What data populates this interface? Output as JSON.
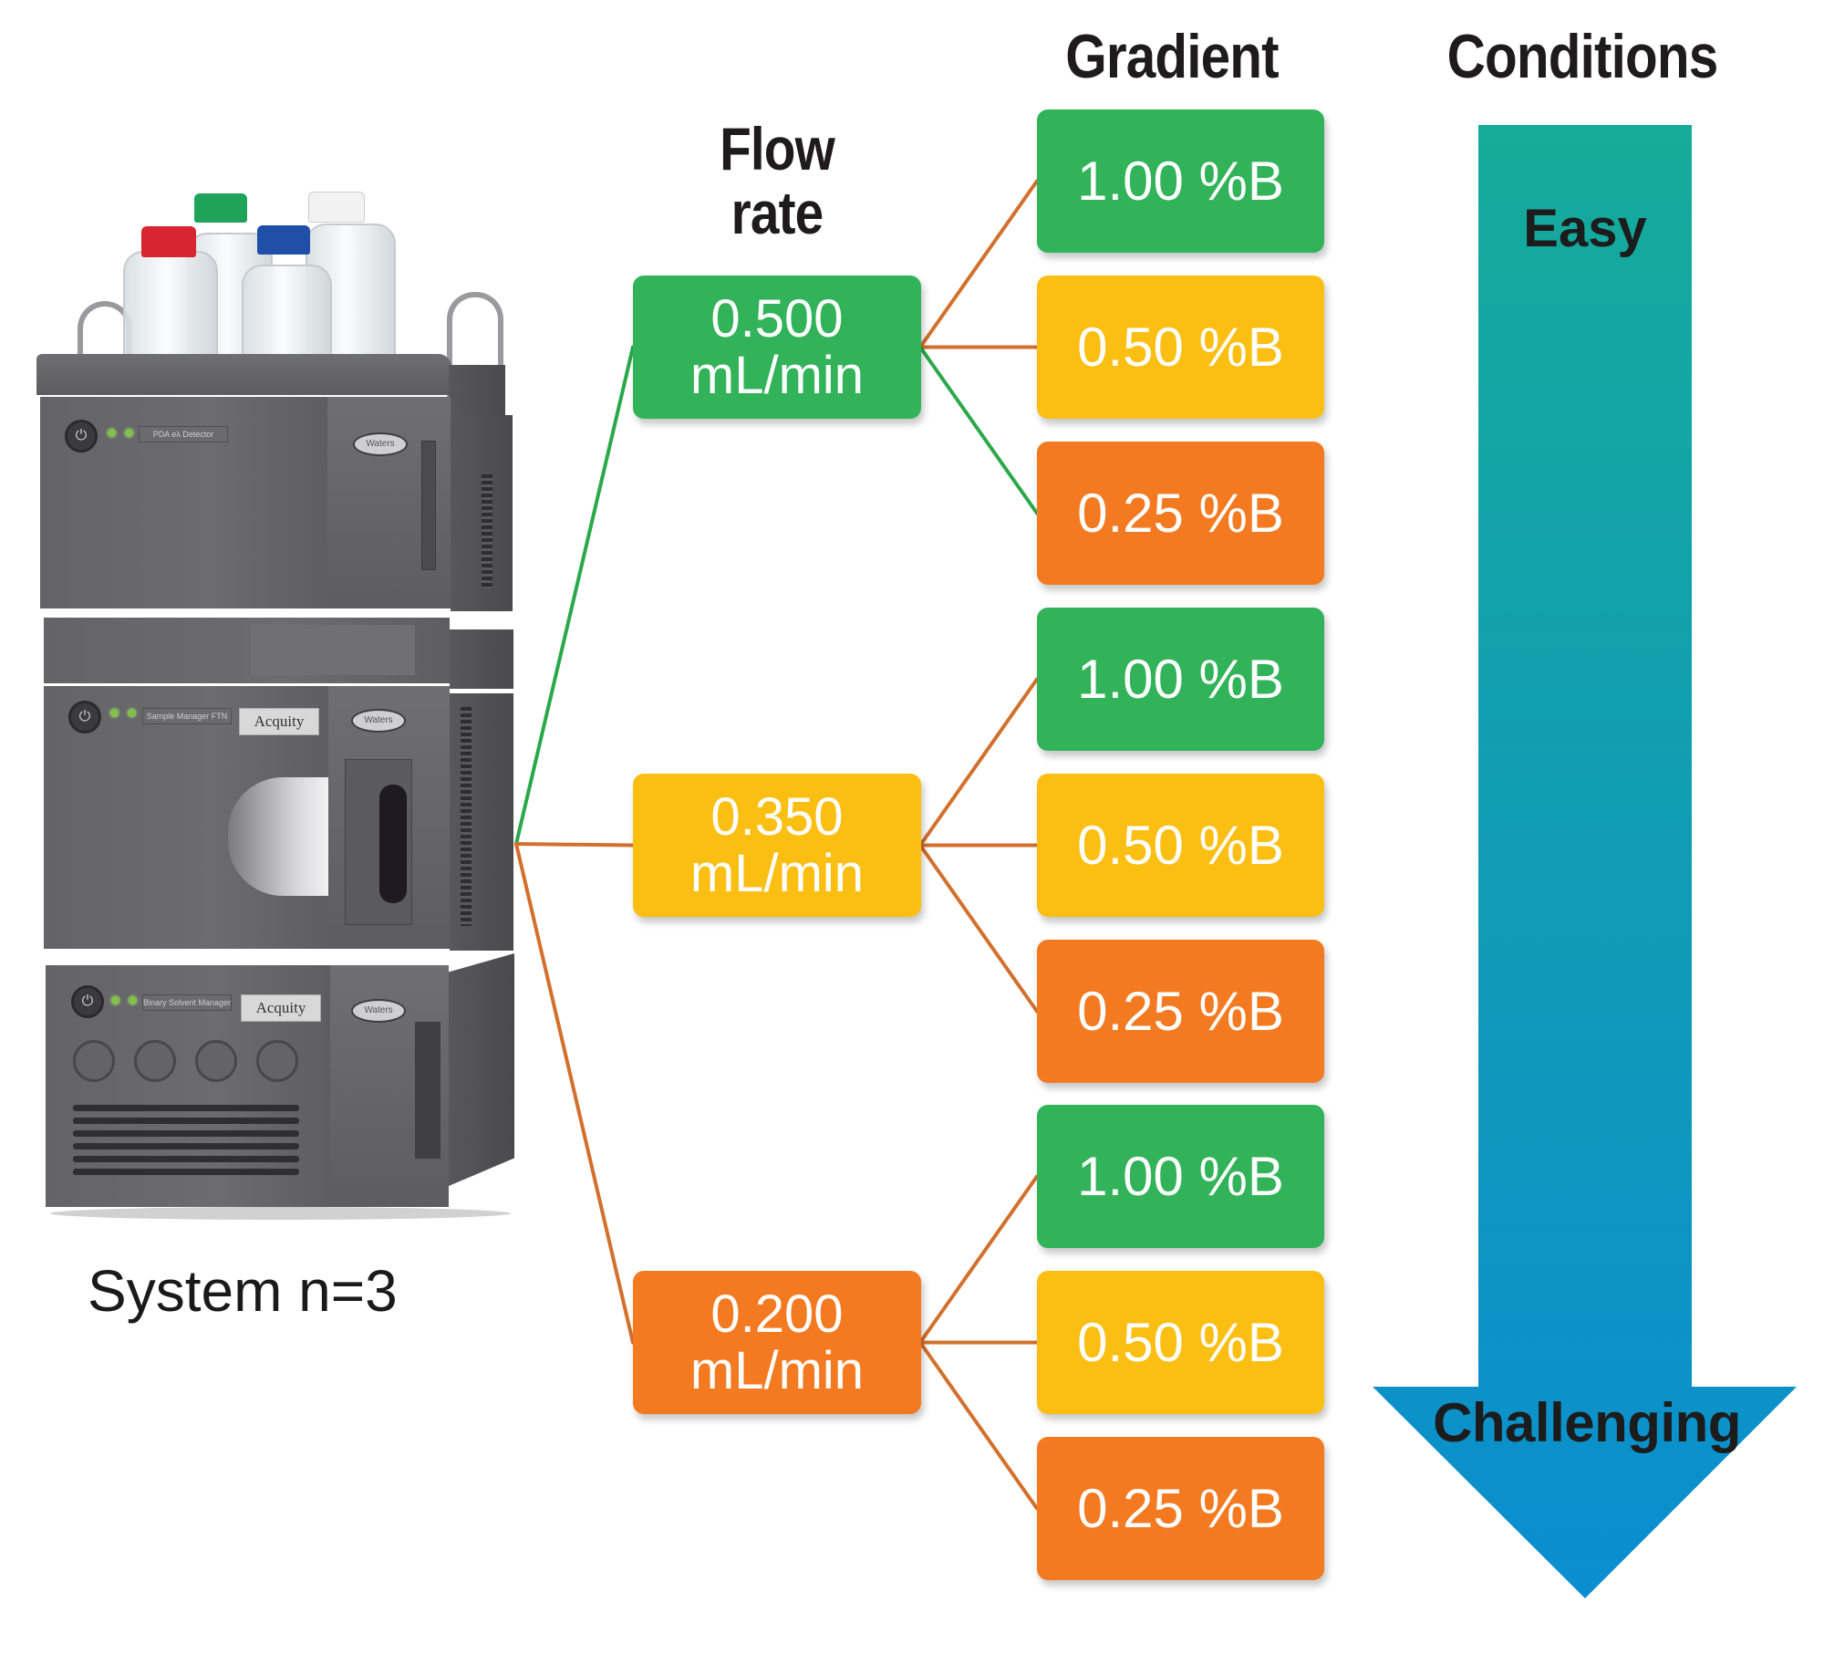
{
  "headings": {
    "flow_rate": [
      "Flow",
      "rate"
    ],
    "gradient": "Gradient",
    "conditions": "Conditions"
  },
  "system": {
    "label": "System n=3",
    "modules": [
      {
        "name": "PDA eλ Detector",
        "brand": "",
        "badge": "Waters"
      },
      {
        "name": "Sample Manager FTN",
        "brand": "Acquity",
        "badge": "Waters"
      },
      {
        "name": "Binary Solvent Manager",
        "brand": "Acquity",
        "badge": "Waters"
      }
    ],
    "bottle_caps": [
      "#d7262f",
      "#1fa35a",
      "#1f4fa6",
      "#f2f2f2"
    ]
  },
  "flow_rates": [
    {
      "value": "0.500",
      "unit": "mL/min",
      "color": "#32b35a",
      "line_color": "#2aa84a",
      "gradients": [
        {
          "label": "1.00 %B",
          "color": "#32b35a",
          "line_color": "#d2702c"
        },
        {
          "label": "0.50 %B",
          "color": "#fbbf14",
          "line_color": "#d2702c"
        },
        {
          "label": "0.25 %B",
          "color": "#f47a22",
          "line_color": "#2aa84a"
        }
      ]
    },
    {
      "value": "0.350",
      "unit": "mL/min",
      "color": "#fbbf14",
      "line_color": "#d2702c",
      "gradients": [
        {
          "label": "1.00 %B",
          "color": "#32b35a",
          "line_color": "#d2702c"
        },
        {
          "label": "0.50 %B",
          "color": "#fbbf14",
          "line_color": "#d2702c"
        },
        {
          "label": "0.25 %B",
          "color": "#f47a22",
          "line_color": "#d2702c"
        }
      ]
    },
    {
      "value": "0.200",
      "unit": "mL/min",
      "color": "#f47a22",
      "line_color": "#d2702c",
      "gradients": [
        {
          "label": "1.00 %B",
          "color": "#32b35a",
          "line_color": "#d2702c"
        },
        {
          "label": "0.50 %B",
          "color": "#fbbf14",
          "line_color": "#d2702c"
        },
        {
          "label": "0.25 %B",
          "color": "#f47a22",
          "line_color": "#d2702c"
        }
      ]
    }
  ],
  "conditions_arrow": {
    "top_label": "Easy",
    "bottom_label": "Challenging",
    "gradient_start": "#16ab9a",
    "gradient_end": "#0a8ed0"
  }
}
